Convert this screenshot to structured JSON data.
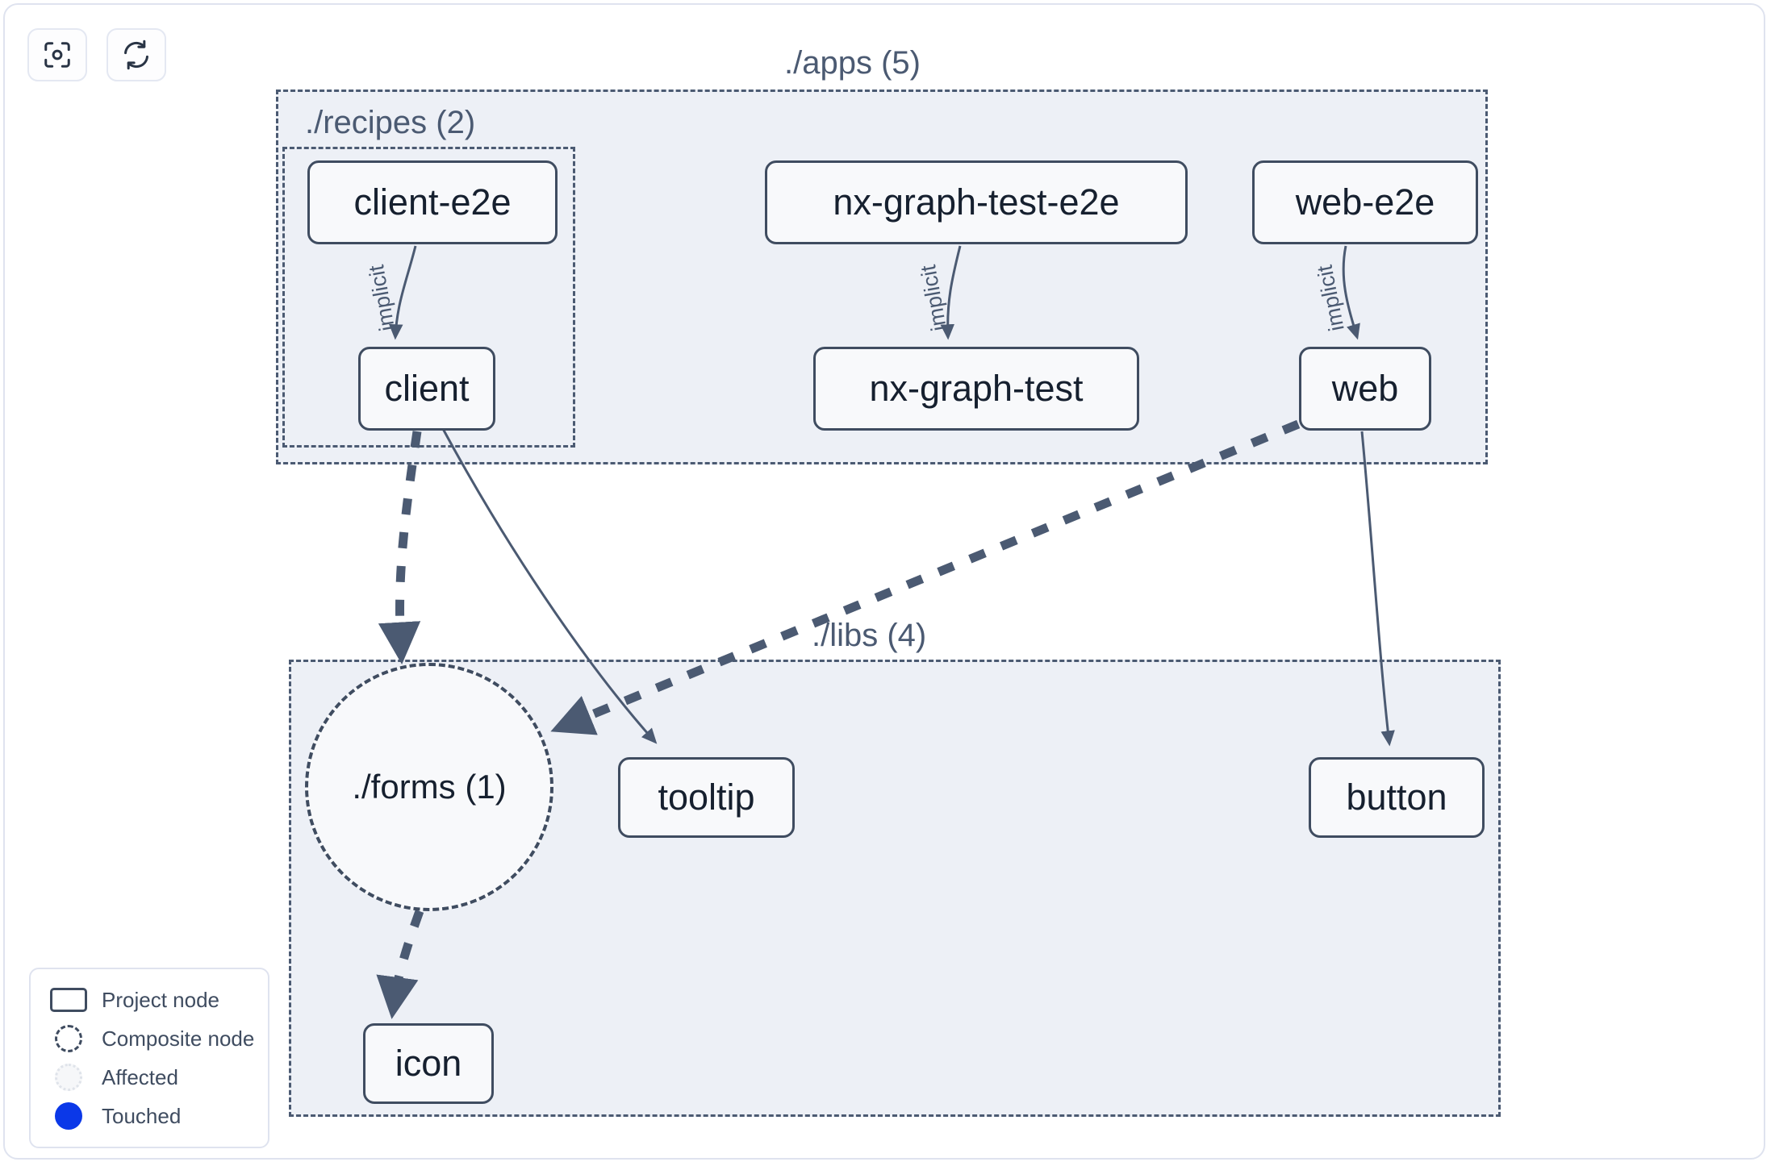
{
  "toolbar": {
    "buttons": [
      {
        "name": "focus-graph-button",
        "icon": "focus-target-icon"
      },
      {
        "name": "refresh-graph-button",
        "icon": "refresh-icon"
      }
    ]
  },
  "graph": {
    "groups": [
      {
        "id": "apps",
        "label": "./apps (5)",
        "count": 5
      },
      {
        "id": "recipes",
        "label": "./recipes (2)",
        "count": 2
      },
      {
        "id": "libs",
        "label": "./libs (4)",
        "count": 4
      }
    ],
    "nodes": [
      {
        "id": "client-e2e",
        "label": "client-e2e",
        "type": "project",
        "group": "recipes"
      },
      {
        "id": "client",
        "label": "client",
        "type": "project",
        "group": "recipes"
      },
      {
        "id": "nx-graph-test-e2e",
        "label": "nx-graph-test-e2e",
        "type": "project",
        "group": "apps"
      },
      {
        "id": "nx-graph-test",
        "label": "nx-graph-test",
        "type": "project",
        "group": "apps"
      },
      {
        "id": "web-e2e",
        "label": "web-e2e",
        "type": "project",
        "group": "apps"
      },
      {
        "id": "web",
        "label": "web",
        "type": "project",
        "group": "apps"
      },
      {
        "id": "forms",
        "label": "./forms (1)",
        "type": "composite",
        "group": "libs"
      },
      {
        "id": "tooltip",
        "label": "tooltip",
        "type": "project",
        "group": "libs"
      },
      {
        "id": "button",
        "label": "button",
        "type": "project",
        "group": "libs"
      },
      {
        "id": "icon",
        "label": "icon",
        "type": "project",
        "group": "libs"
      }
    ],
    "edges": [
      {
        "from": "client-e2e",
        "to": "client",
        "label": "implicit",
        "style": "thin"
      },
      {
        "from": "nx-graph-test-e2e",
        "to": "nx-graph-test",
        "label": "implicit",
        "style": "thin"
      },
      {
        "from": "web-e2e",
        "to": "web",
        "label": "implicit",
        "style": "thin"
      },
      {
        "from": "client",
        "to": "forms",
        "label": "",
        "style": "thick-dashed"
      },
      {
        "from": "client",
        "to": "tooltip",
        "label": "",
        "style": "thin"
      },
      {
        "from": "web",
        "to": "forms",
        "label": "",
        "style": "thick-dashed"
      },
      {
        "from": "web",
        "to": "button",
        "label": "",
        "style": "thin"
      },
      {
        "from": "forms",
        "to": "icon",
        "label": "",
        "style": "thick-dashed"
      }
    ]
  },
  "legend": {
    "items": [
      {
        "swatch": "project-node-swatch",
        "label": "Project node"
      },
      {
        "swatch": "composite-node-swatch",
        "label": "Composite node"
      },
      {
        "swatch": "affected-swatch",
        "label": "Affected"
      },
      {
        "swatch": "touched-swatch",
        "label": "Touched"
      }
    ]
  },
  "colors": {
    "canvas_background": "#ffffff",
    "group_fill": "#edf0f6",
    "group_border": "#4b5a72",
    "node_fill": "#f8f9fb",
    "node_border": "#3f4c60",
    "node_text": "#16202f",
    "edge": "#4b5a72",
    "touched": "#0b38e8"
  }
}
